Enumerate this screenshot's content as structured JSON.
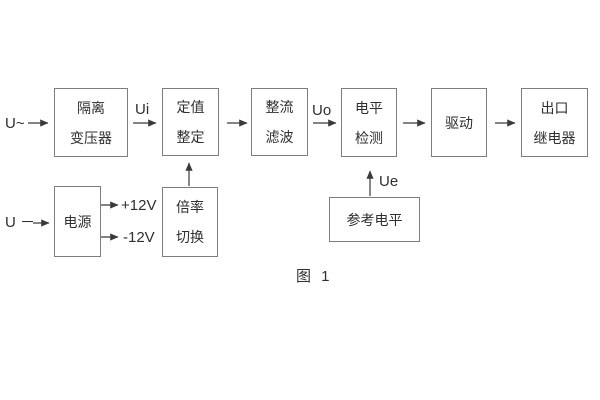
{
  "figure": {
    "caption": "图 1",
    "inputs": {
      "ac_label": "U~",
      "dc_label": "U －"
    },
    "signal_labels": {
      "ui": "Ui",
      "uo": "Uo",
      "ue": "Ue",
      "plus_12v": "+12V",
      "minus_12v": "-12V"
    },
    "blocks": {
      "isolation_transformer": {
        "line1": "隔离",
        "line2": "变压器"
      },
      "setting_adjust": {
        "line1": "定值",
        "line2": "整定"
      },
      "rectifier_filter": {
        "line1": "整流",
        "line2": "滤波"
      },
      "level_detect": {
        "line1": "电平",
        "line2": "检测"
      },
      "driver": {
        "label": "驱动"
      },
      "output_relay": {
        "line1": "出口",
        "line2": "继电器"
      },
      "power_supply": {
        "label": "电源"
      },
      "ratio_switch": {
        "line1": "倍率",
        "line2": "切换"
      },
      "reference_level": {
        "label": "参考电平"
      }
    },
    "colors": {
      "background": "#ffffff",
      "box_border": "#7d7d7d",
      "line": "#3a3a3a",
      "text": "#2f2f2f"
    }
  }
}
